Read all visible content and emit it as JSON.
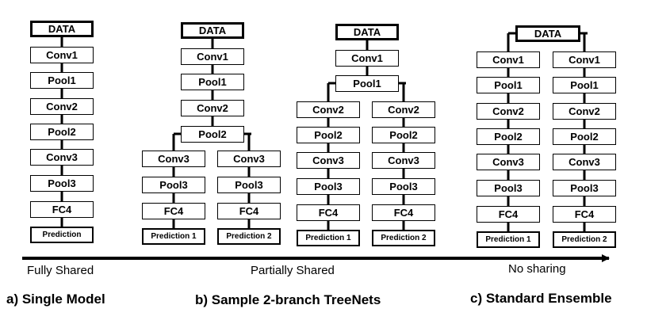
{
  "labels": {
    "data": "DATA",
    "conv1": "Conv1",
    "pool1": "Pool1",
    "conv2": "Conv2",
    "pool2": "Pool2",
    "conv3": "Conv3",
    "pool3": "Pool3",
    "fc4": "FC4",
    "prediction": "Prediction",
    "prediction1": "Prediction 1",
    "prediction2": "Prediction 2"
  },
  "axis": {
    "left": "Fully Shared",
    "middle": "Partially Shared",
    "right": "No sharing"
  },
  "captions": {
    "a": "a) Single Model",
    "b": "b) Sample 2-branch TreeNets",
    "c": "c) Standard Ensemble"
  }
}
